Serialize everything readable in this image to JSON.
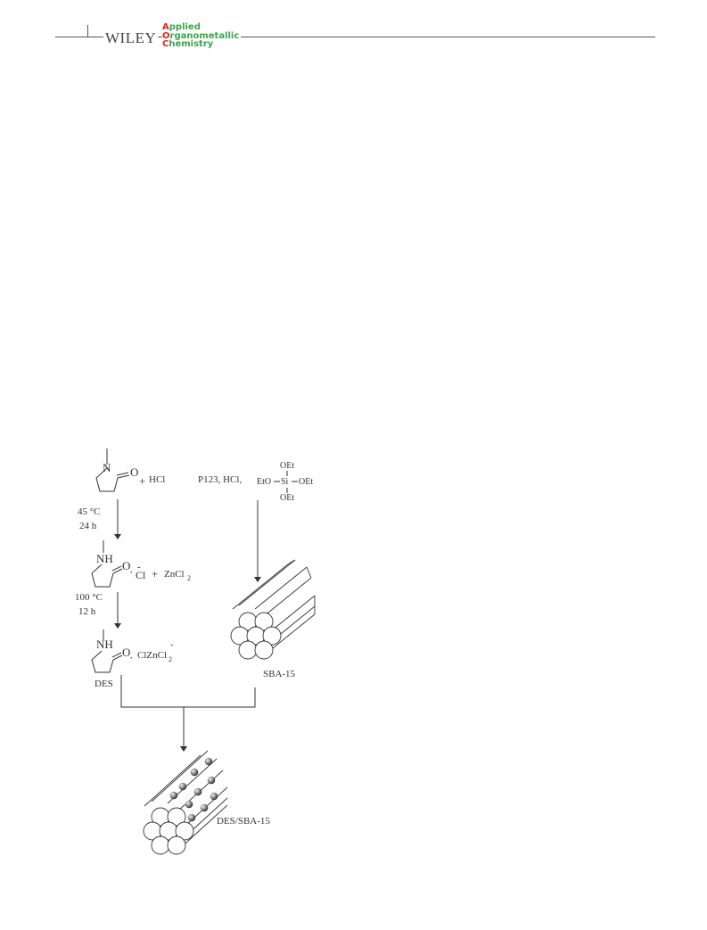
{
  "header": {
    "publisher": "WILEY",
    "journal_lines": [
      {
        "initial": "A",
        "rest": "pplied"
      },
      {
        "initial": "O",
        "rest": "rganometallic"
      },
      {
        "initial": "C",
        "rest": "hemistry"
      }
    ]
  },
  "scheme": {
    "hcl": "HCl",
    "plus": "+",
    "step1_conditions": [
      "45 °C",
      "24 h"
    ],
    "step2_conditions": [
      "100 °C",
      "12 h"
    ],
    "atom_n": "N",
    "atom_nh": "NH",
    "atom_o": "O",
    "dot": "·",
    "chloride": "Cl",
    "minus": "-",
    "zncl2": "ZnCl",
    "subscript_2": "2",
    "complex_anion": "ClZnCl",
    "des_label": "DES",
    "reagents": "P123, HCl,",
    "teos": {
      "top": "OEt",
      "left": "EtO",
      "center": "Si",
      "right": "OEt",
      "bottom": "OEt"
    },
    "sba_label": "SBA-15",
    "product_label": "DES/SBA-15"
  }
}
